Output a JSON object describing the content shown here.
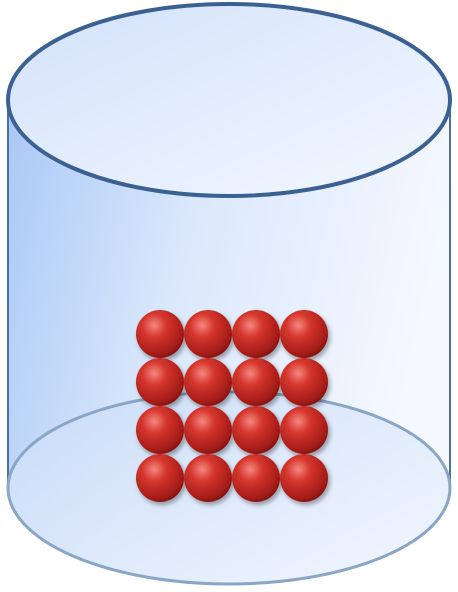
{
  "diagram": {
    "container": {
      "shape": "cylinder",
      "fill_color": "#cfe0fb",
      "outline_color": "#3b6192"
    },
    "particles": {
      "arrangement": "square grid",
      "rows": 4,
      "columns": 4,
      "color": "#cc2a24",
      "highlight_color": "#f27a70"
    }
  }
}
